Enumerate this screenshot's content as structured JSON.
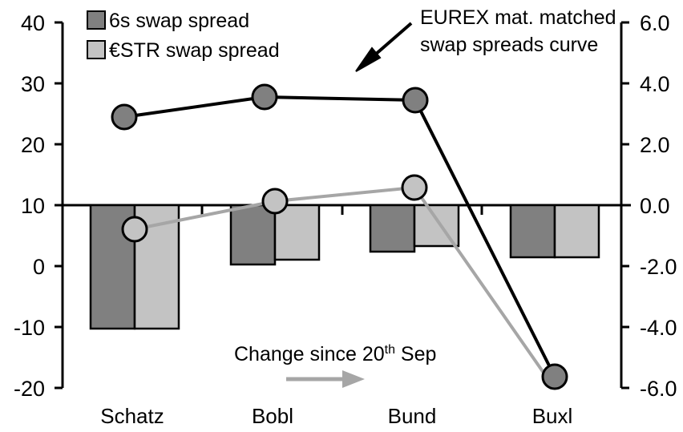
{
  "chart_data": {
    "type": "bar",
    "title": "",
    "subtitle": "",
    "xlabel": "",
    "ylabel": "",
    "categories": [
      "Schatz",
      "Bobl",
      "Bund",
      "Buxl"
    ],
    "grid": false,
    "legend_position": "top-left",
    "left_axis": {
      "label": "",
      "ylim": [
        -20,
        40
      ],
      "ticks": [
        40,
        30,
        20,
        10,
        0,
        -10,
        -20
      ],
      "tick_labels": [
        "40",
        "30",
        "20",
        "10",
        "0",
        "-10",
        "-20"
      ]
    },
    "right_axis": {
      "label": "",
      "ylim": [
        -6.0,
        6.0
      ],
      "ticks": [
        6.0,
        4.0,
        2.0,
        0.0,
        -2.0,
        -4.0,
        -6.0
      ],
      "tick_labels": [
        "6.0",
        "4.0",
        "2.0",
        "0.0",
        "-2.0",
        "-4.0",
        "-6.0"
      ]
    },
    "series": [
      {
        "name": "6s swap spread",
        "type": "bar",
        "axis": "right",
        "color": "#808080",
        "values": [
          -4.05,
          -1.95,
          -1.52,
          -1.72
        ]
      },
      {
        "name": "€STR swap spread",
        "type": "bar",
        "axis": "right",
        "color": "#c3c3c3",
        "values": [
          -4.05,
          -1.78,
          -1.33,
          -1.72
        ]
      },
      {
        "name": "EUREX mat. matched swap spreads curve",
        "type": "line",
        "axis": "left",
        "color": "#000000",
        "values": [
          24.5,
          27.9,
          27.4,
          -18.1
        ]
      },
      {
        "name": "Change since 20th Sep",
        "type": "line",
        "axis": "right",
        "color": "#a6a6a6",
        "values": [
          -0.78,
          0.14,
          0.58,
          -6.0
        ]
      }
    ],
    "annotations": [
      {
        "name": "eurex-callout",
        "line1": "EUREX mat. matched",
        "line2": "swap spreads curve",
        "has_arrow": true
      },
      {
        "name": "change-since-note",
        "text_before": "Change since 20",
        "superscript": "th",
        "text_after": " Sep",
        "has_arrow": true
      }
    ]
  },
  "legend": {
    "items": [
      {
        "label": "6s swap spread",
        "color": "#808080"
      },
      {
        "label": "€STR swap spread",
        "color": "#c3c3c3"
      }
    ]
  }
}
